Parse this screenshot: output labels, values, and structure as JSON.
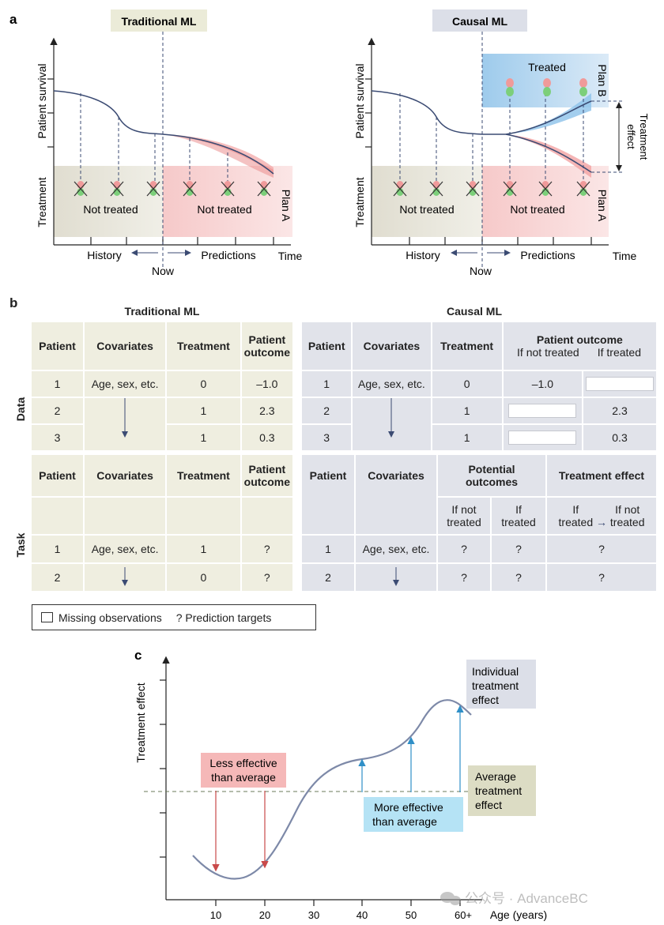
{
  "panel_a": {
    "label": "a",
    "left_title": "Traditional ML",
    "right_title": "Causal ML",
    "y_top": "Patient survival",
    "y_bottom": "Treatment",
    "history": "History",
    "predictions": "Predictions",
    "now": "Now",
    "time": "Time",
    "not_treated": "Not treated",
    "treated": "Treated",
    "plan_a": "Plan A",
    "plan_b": "Plan B",
    "treatment_effect_1": "Treatment",
    "treatment_effect_2": "effect"
  },
  "panel_b": {
    "label": "b",
    "left_title": "Traditional ML",
    "right_title": "Causal ML",
    "row_data": "Data",
    "row_task": "Task",
    "headers": {
      "patient": "Patient",
      "covariates": "Covariates",
      "treatment": "Treatment",
      "patient_outcome_1": "Patient",
      "patient_outcome_2": "outcome",
      "patient_outcome": "Patient outcome",
      "if_not_treated": "If not treated",
      "if_treated": "If treated",
      "potential_1": "Potential",
      "potential_2": "outcomes",
      "treatment_effect": "Treatment effect",
      "if_not": "If not",
      "treated_word": "treated",
      "if_word": "If"
    },
    "covariates_text": "Age, sex, etc.",
    "trad_data": [
      {
        "patient": "1",
        "treatment": "0",
        "outcome": "–1.0"
      },
      {
        "patient": "2",
        "treatment": "1",
        "outcome": "2.3"
      },
      {
        "patient": "3",
        "treatment": "1",
        "outcome": "0.3"
      }
    ],
    "causal_data": [
      {
        "patient": "1",
        "treatment": "0",
        "not_treated": "–1.0",
        "treated": ""
      },
      {
        "patient": "2",
        "treatment": "1",
        "not_treated": "",
        "treated": "2.3"
      },
      {
        "patient": "3",
        "treatment": "1",
        "not_treated": "",
        "treated": "0.3"
      }
    ],
    "trad_task": [
      {
        "patient": "1",
        "treatment": "1",
        "outcome": "?"
      },
      {
        "patient": "2",
        "treatment": "0",
        "outcome": "?"
      }
    ],
    "causal_task": [
      {
        "patient": "1",
        "not_treated": "?",
        "treated": "?",
        "effect": "?"
      },
      {
        "patient": "2",
        "not_treated": "?",
        "treated": "?",
        "effect": "?"
      }
    ],
    "legend_missing": "Missing observations",
    "legend_targets": "? Prediction targets"
  },
  "panel_c": {
    "label": "c",
    "ylabel": "Treatment effect",
    "xlabel": "Age (years)",
    "ticks": [
      "10",
      "20",
      "30",
      "40",
      "50",
      "60+"
    ],
    "individual_1": "Individual",
    "individual_2": "treatment",
    "individual_3": "effect",
    "average_1": "Average",
    "average_2": "treatment",
    "average_3": "effect",
    "less_1": "Less effective",
    "less_2": "than average",
    "more_1": "More effective",
    "more_2": "than average"
  },
  "watermark": "公众号 · AdvanceBC",
  "colors": {
    "navy": "#3b4b73",
    "history_band": "#e8e6dc",
    "prediction_band": "#f8dada",
    "plan_b_band": "#cfe3f4",
    "blue_arrow": "#2f8fc7",
    "red_arrow": "#c94a4a",
    "less_box": "#f5b8b8",
    "more_box": "#b5e3f5",
    "individual_box": "#dcdfe8",
    "average_box": "#dcdcc4"
  }
}
